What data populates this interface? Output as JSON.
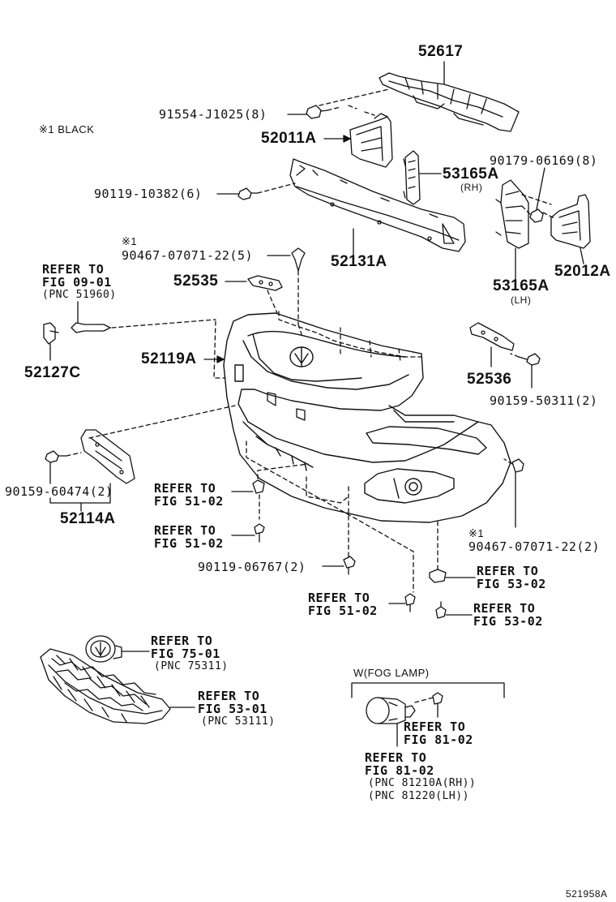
{
  "note": "※1 BLACK",
  "figure_id": "521958A",
  "fog_lamp_box": "W(FOG LAMP)",
  "parts": {
    "p52617": "52617",
    "p91554": "91554-J1025(8)",
    "p52011A": "52011A",
    "p90179": "90179-06169(8)",
    "p53165A_rh": "53165A",
    "rh": "(RH)",
    "p90119_10382": "90119-10382(6)",
    "mark1a": "※1",
    "p90467_a": "90467-07071-22(5)",
    "p52131A": "52131A",
    "p52012A": "52012A",
    "p52535": "52535",
    "p53165A_lh": "53165A",
    "lh": "(LH)",
    "p52127C": "52127C",
    "p52119A": "52119A",
    "p52536": "52536",
    "p90159_50311": "90159-50311(2)",
    "p90159_60474": "90159-60474(2)",
    "p52114A": "52114A",
    "mark1b": "※1",
    "p90467_b": "90467-07071-22(2)",
    "p90119_06767": "90119-06767(2)"
  },
  "refs": {
    "r1_a": "REFER TO",
    "r1_b": "FIG 09-01",
    "r1_c": "(PNC 51960)",
    "r2_a": "REFER TO",
    "r2_b": "FIG 51-02",
    "r3_a": "REFER TO",
    "r3_b": "FIG 51-02",
    "r4_a": "REFER TO",
    "r4_b": "FIG 53-02",
    "r5_a": "REFER TO",
    "r5_b": "FIG 51-02",
    "r6_a": "REFER TO",
    "r6_b": "FIG 53-02",
    "r7_a": "REFER TO",
    "r7_b": "FIG 75-01",
    "r7_c": "(PNC 75311)",
    "r8_a": "REFER TO",
    "r8_b": "FIG 53-01",
    "r8_c": "(PNC 53111)",
    "r9_a": "REFER TO",
    "r9_b": "FIG 81-02",
    "r10_a": "REFER TO",
    "r10_b": "FIG 81-02",
    "r10_c": "(PNC 81210A(RH))",
    "r10_d": "(PNC 81220(LH))"
  }
}
